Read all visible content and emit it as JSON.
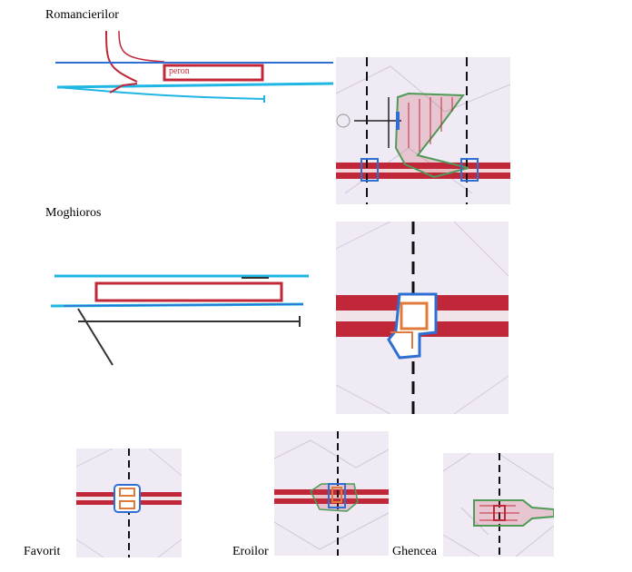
{
  "stations": {
    "romancierilor": {
      "name": "Romancierilor",
      "platform_label": "peron"
    },
    "moghioros": {
      "name": "Moghioros"
    },
    "favorit": {
      "name": "Favorit"
    },
    "eroilor": {
      "name": "Eroilor"
    },
    "ghencea": {
      "name": "Ghencea"
    }
  },
  "colors": {
    "track_blue": "#2f6fd4",
    "track_cyan": "#1fb6e3",
    "platform_red": "#c0283a",
    "line_darkred": "#c0283a",
    "spur_black": "#333333",
    "map_background": "#efeaf3",
    "hatch_green": "#4f9a56"
  }
}
